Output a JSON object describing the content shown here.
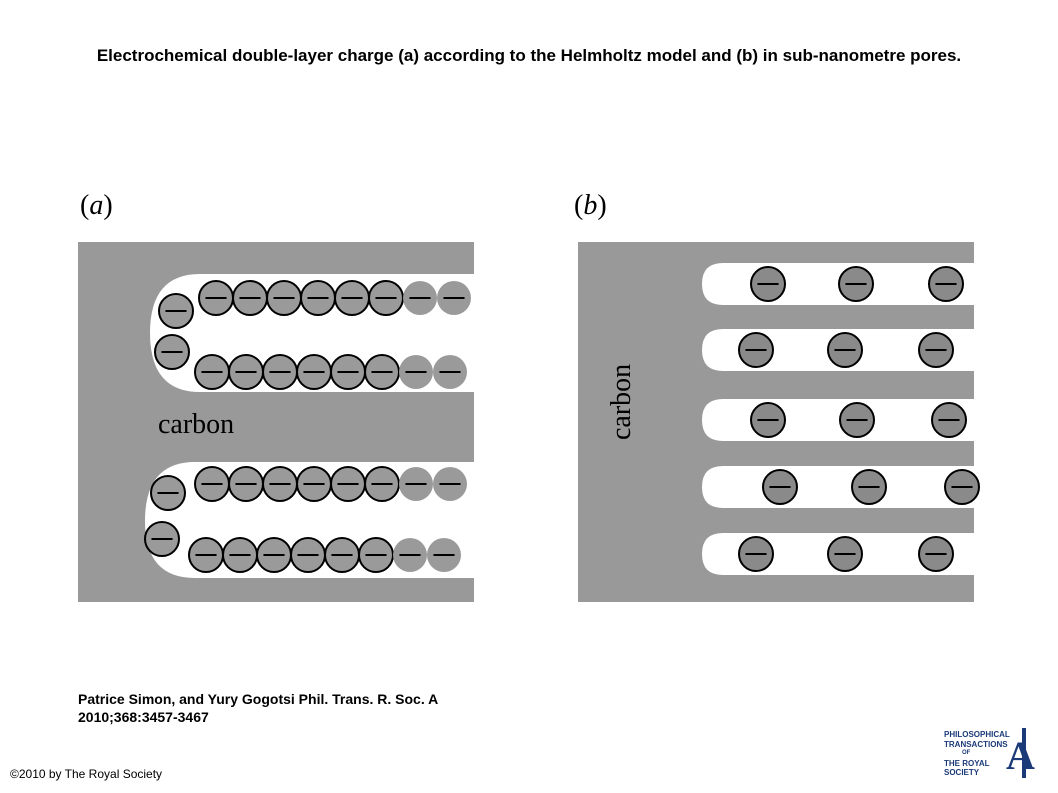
{
  "title": "Electrochemical double-layer charge (a) according to the Helmholtz model and (b) in sub-nanometre pores.",
  "panels": {
    "a": {
      "label_letter": "a",
      "paren_open": "(",
      "paren_close": ")",
      "material_label": "carbon"
    },
    "b": {
      "label_letter": "b",
      "paren_open": "(",
      "paren_close": ")",
      "material_label": "carbon"
    }
  },
  "ion_symbol": "−",
  "colors": {
    "carbon": "#999999",
    "pore": "#ffffff",
    "ion_solvated": "#9a9a9a",
    "ion_desolvated": "#8a8a8a",
    "ion_border": "#000000"
  },
  "citation": {
    "line1": "Patrice Simon, and Yury Gogotsi Phil. Trans. R. Soc. A",
    "line2": "2010;368:3457-3467"
  },
  "copyright": "©2010 by The Royal Society",
  "logo": {
    "line1": "PHILOSOPHICAL",
    "line2": "TRANSACTIONS",
    "line3": "OF",
    "line4": "THE ROYAL",
    "line5": "SOCIETY",
    "letter": "A"
  }
}
